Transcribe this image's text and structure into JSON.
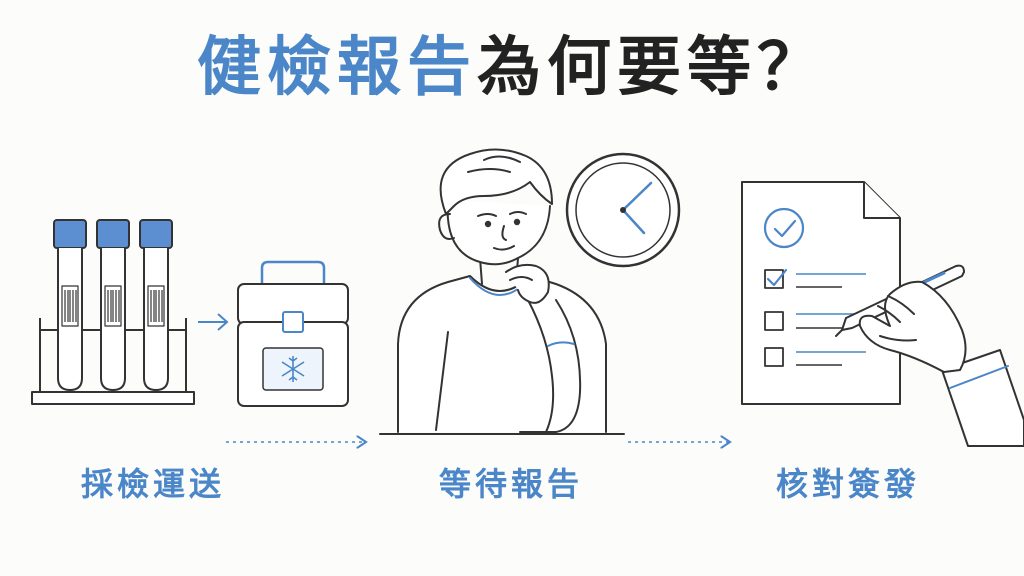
{
  "title": {
    "highlight": "健檢報告",
    "rest": "為何要等？"
  },
  "steps": [
    {
      "label": "採檢運送",
      "icon": "test-tubes-and-cooler-icon"
    },
    {
      "label": "等待報告",
      "icon": "waiting-person-and-clock-icon"
    },
    {
      "label": "核對簽發",
      "icon": "checklist-and-signing-hand-icon"
    }
  ],
  "colors": {
    "accent": "#4a86c8",
    "ink": "#222222",
    "background": "#fcfcfb"
  }
}
